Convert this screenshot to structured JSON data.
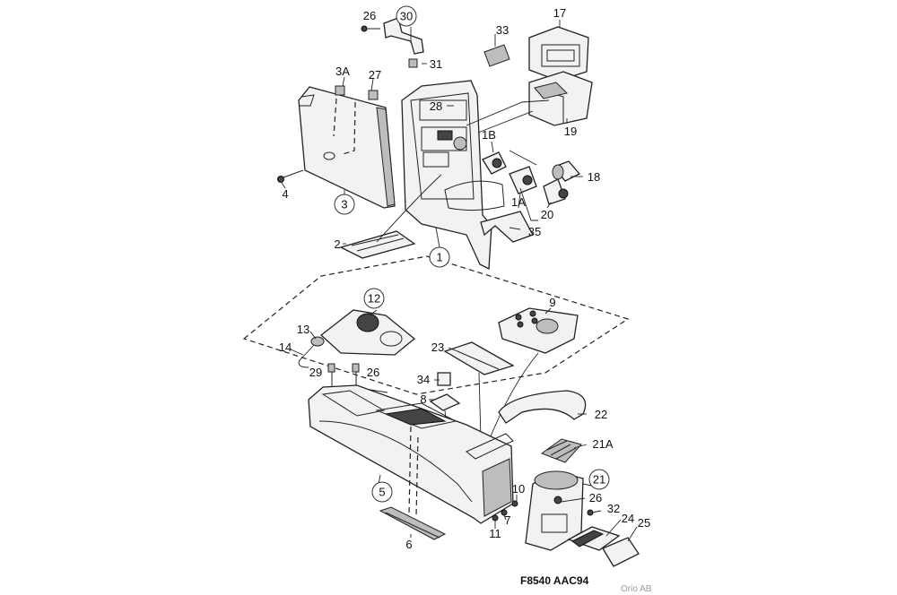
{
  "callouts": [
    {
      "id": "1",
      "circled": true
    },
    {
      "id": "1A",
      "circled": false
    },
    {
      "id": "1B",
      "circled": false
    },
    {
      "id": "2",
      "circled": false
    },
    {
      "id": "3",
      "circled": true
    },
    {
      "id": "3A",
      "circled": false
    },
    {
      "id": "4",
      "circled": false
    },
    {
      "id": "5",
      "circled": true
    },
    {
      "id": "6",
      "circled": false
    },
    {
      "id": "7",
      "circled": false
    },
    {
      "id": "8",
      "circled": false
    },
    {
      "id": "9",
      "circled": false
    },
    {
      "id": "10",
      "circled": false
    },
    {
      "id": "11",
      "circled": false
    },
    {
      "id": "12",
      "circled": true
    },
    {
      "id": "13",
      "circled": false
    },
    {
      "id": "14",
      "circled": false
    },
    {
      "id": "17",
      "circled": false
    },
    {
      "id": "18",
      "circled": false
    },
    {
      "id": "19",
      "circled": false
    },
    {
      "id": "20",
      "circled": false
    },
    {
      "id": "21",
      "circled": true
    },
    {
      "id": "21A",
      "circled": false
    },
    {
      "id": "22",
      "circled": false
    },
    {
      "id": "23",
      "circled": false
    },
    {
      "id": "24",
      "circled": false
    },
    {
      "id": "25",
      "circled": false
    },
    {
      "id": "26",
      "circled": false
    },
    {
      "id": "26b",
      "label": "26",
      "circled": false
    },
    {
      "id": "26c",
      "label": "26",
      "circled": false
    },
    {
      "id": "27",
      "circled": false
    },
    {
      "id": "28",
      "circled": false
    },
    {
      "id": "29",
      "circled": false
    },
    {
      "id": "30",
      "circled": true
    },
    {
      "id": "31",
      "circled": false
    },
    {
      "id": "32",
      "circled": false
    },
    {
      "id": "33",
      "circled": false
    },
    {
      "id": "34",
      "circled": false
    },
    {
      "id": "35",
      "circled": false
    }
  ],
  "reference_code": "F8540  AAC94",
  "watermark": "Orio AB"
}
